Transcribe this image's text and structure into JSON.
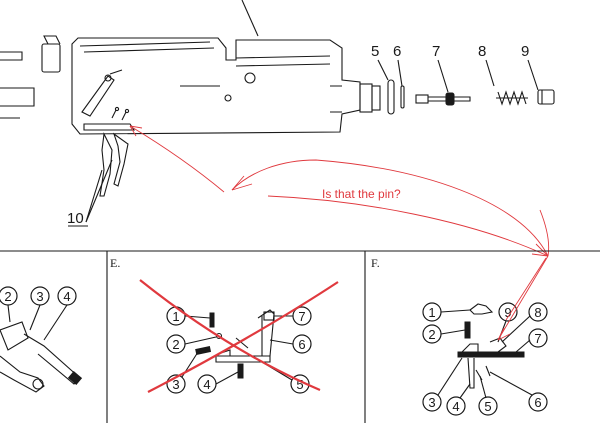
{
  "top_part_numbers": [
    "5",
    "6",
    "7",
    "8",
    "9"
  ],
  "trigger_label": "10",
  "annotation": {
    "text": "Is that the pin?",
    "color": "#e0393e"
  },
  "panels": {
    "e": {
      "label": "E.",
      "callouts": [
        "1",
        "2",
        "3",
        "4",
        "5",
        "6",
        "7"
      ]
    },
    "f": {
      "label": "F.",
      "callouts": [
        "1",
        "2",
        "3",
        "4",
        "5",
        "6",
        "7",
        "8",
        "9"
      ]
    },
    "left": {
      "callouts": [
        "2",
        "3",
        "4"
      ]
    }
  },
  "colors": {
    "ink": "#1a1a1a",
    "markup_red": "#e0393e",
    "background": "#ffffff"
  }
}
